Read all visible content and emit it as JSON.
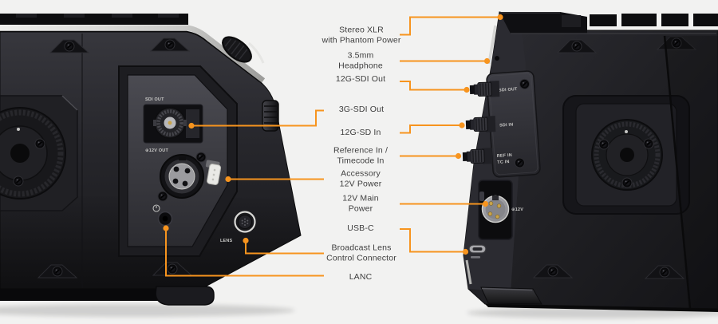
{
  "colors": {
    "accent_orange": "#F7941E",
    "background": "#F2F2F1",
    "label_text": "#3E3E3E",
    "camera_body_dark": "#1B1B1E",
    "camera_panel_gray": "#3C3C42"
  },
  "callouts": {
    "stereo_xlr": "Stereo XLR\nwith Phantom Power",
    "headphone_35mm": "3.5mm\nHeadphone",
    "sdi_12g_out": "12G-SDI Out",
    "sdi_3g_out": "3G-SDI Out",
    "sd_12g_in": "12G-SD In",
    "ref_tc_in": "Reference In /\nTimecode In",
    "accessory_12v": "Accessory\n12V Power",
    "main_12v": "12V Main\nPower",
    "usb_c": "USB-C",
    "broadcast_lens": "Broadcast Lens\nControl Connector",
    "lanc": "LANC"
  },
  "left_camera": {
    "panel_labels": {
      "sdi_out": "SDI OUT",
      "aux_12v_out": "⊕12V OUT",
      "lens": "LENS"
    }
  },
  "right_camera": {
    "panel_labels": {
      "sdi_out": "SDI OUT",
      "sdi_in": "SDI IN",
      "ref_in": "REF IN",
      "tc_in": "TC IN",
      "power_12v": "⊕12V"
    }
  }
}
